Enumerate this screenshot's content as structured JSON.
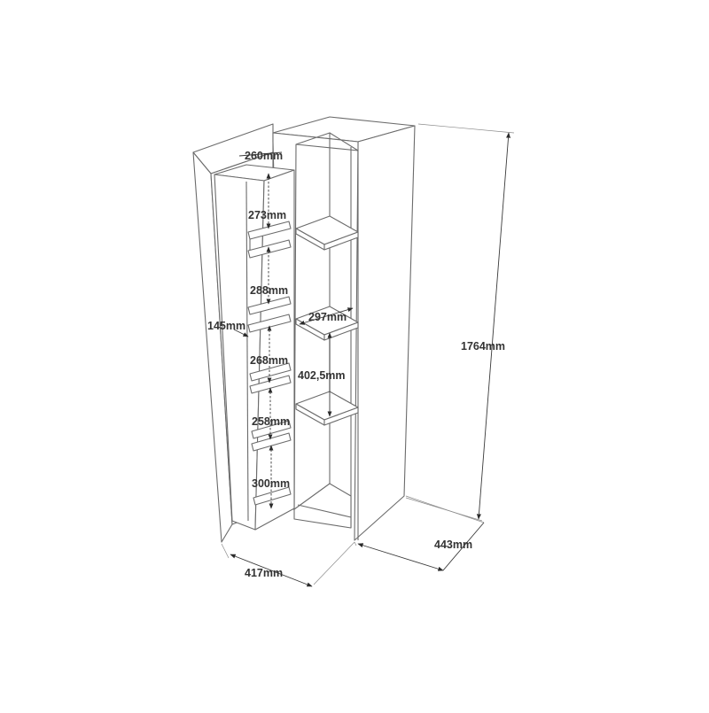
{
  "dimensions": {
    "pullout_top_depth": "260mm",
    "pullout_shelf_1": "273mm",
    "pullout_shelf_2": "288mm",
    "pullout_width": "145mm",
    "pullout_shelf_3": "268mm",
    "pullout_shelf_4": "258mm",
    "pullout_shelf_5": "300mm",
    "shelf_depth": "297mm",
    "shelf_spacing": "402,5mm",
    "total_height": "1764mm",
    "depth": "443mm",
    "width": "417mm"
  },
  "colors": {
    "line": "#6b6b6b",
    "dimension": "#3a3a3a",
    "text": "#333333",
    "background": "#ffffff"
  }
}
